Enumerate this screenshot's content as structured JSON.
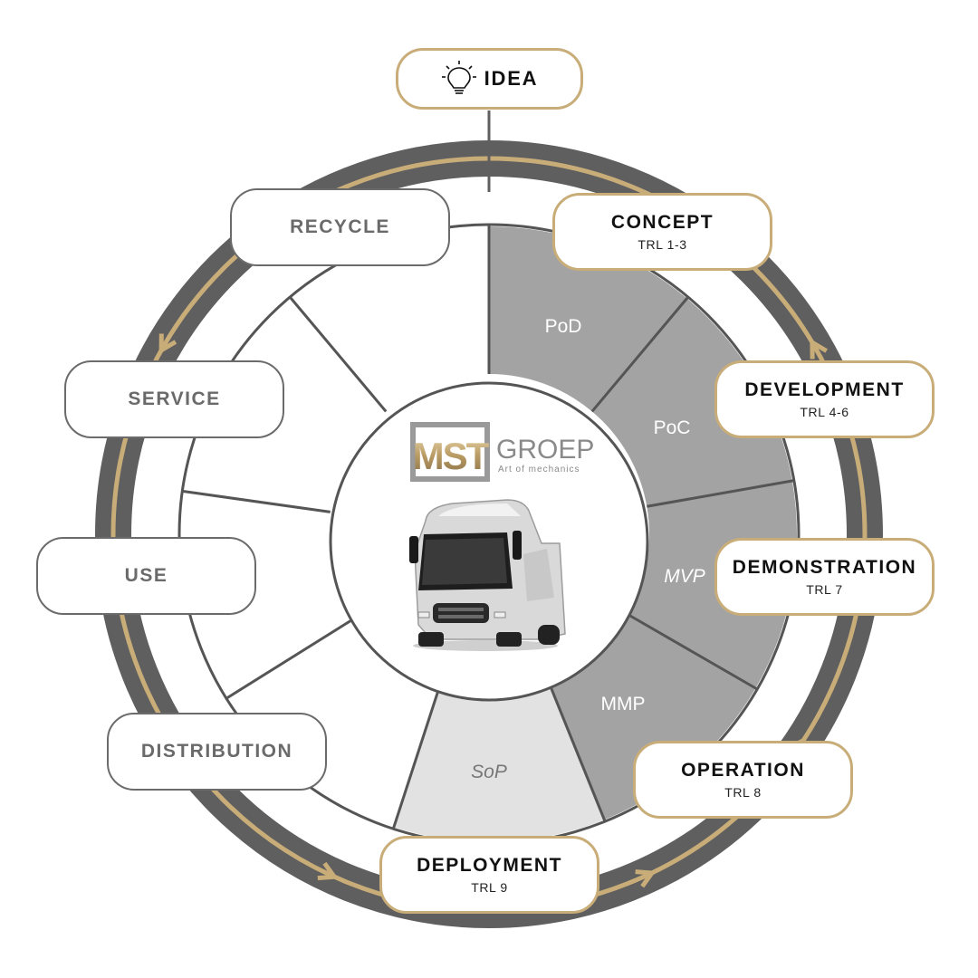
{
  "idea": {
    "label": "IDEA",
    "icon": "lightbulb-icon"
  },
  "stages": [
    {
      "label": "CONCEPT",
      "trl": "TRL 1-3"
    },
    {
      "label": "DEVELOPMENT",
      "trl": "TRL 4-6"
    },
    {
      "label": "DEMONSTRATION",
      "trl": "TRL 7"
    },
    {
      "label": "OPERATION",
      "trl": "TRL 8"
    },
    {
      "label": "DEPLOYMENT",
      "trl": "TRL 9"
    }
  ],
  "lifecycle": [
    "DISTRIBUTION",
    "USE",
    "SERVICE",
    "RECYCLE"
  ],
  "segments": [
    "PoD",
    "PoC",
    "MVP",
    "MMP",
    "SoP"
  ],
  "brand": {
    "name": "GROEP",
    "mark": "MST",
    "tagline": "Art of mechanics"
  },
  "colors": {
    "gold": "#c9ad79",
    "ring": "#5f5f5f",
    "segment_dark": "#a3a3a3",
    "segment_light": "#e2e2e2"
  }
}
